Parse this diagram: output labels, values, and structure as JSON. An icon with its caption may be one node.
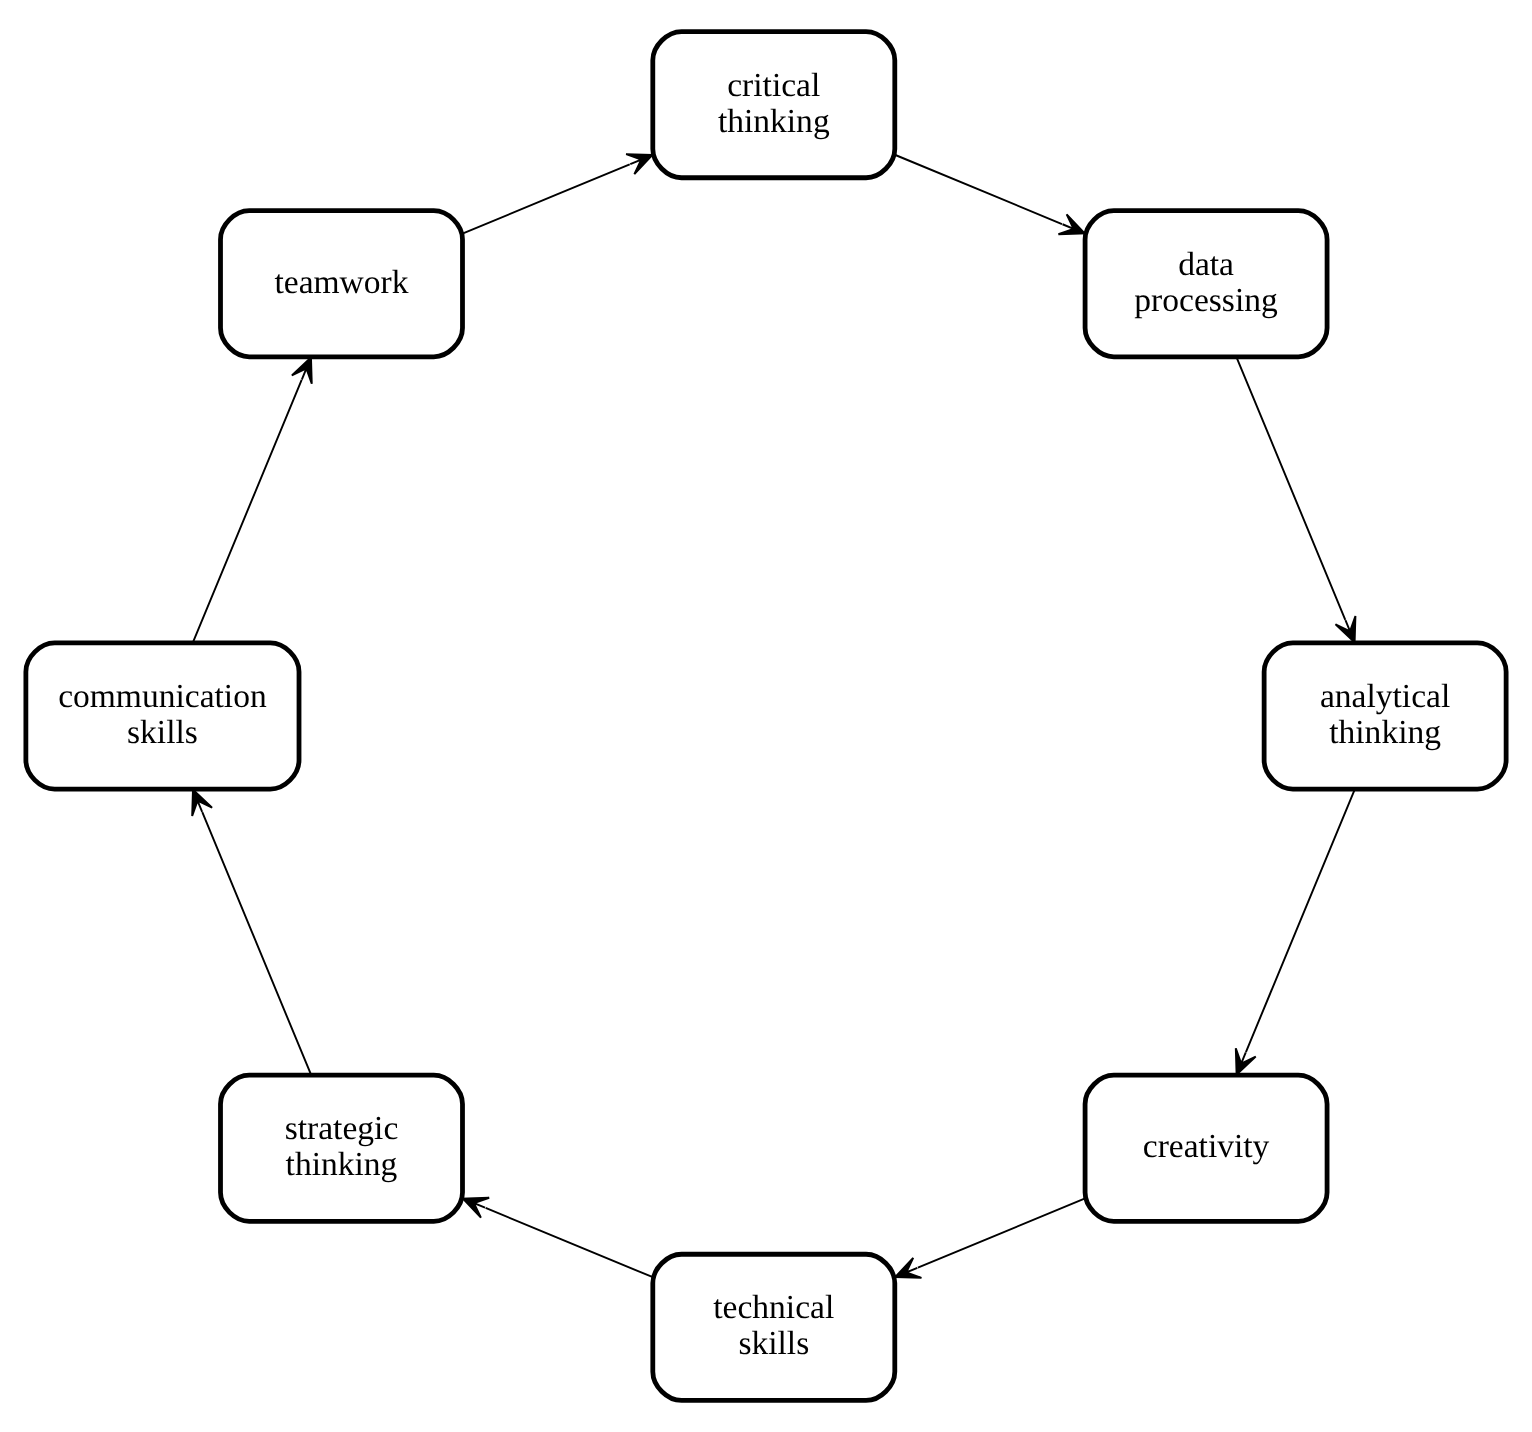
{
  "diagram": {
    "nodes": [
      {
        "text": [
          "creativity"
        ]
      },
      {
        "text": [
          "technical skills"
        ]
      },
      {
        "text": [
          "strategic thinking"
        ]
      },
      {
        "text": [
          "communication skills"
        ]
      },
      {
        "text": [
          "teamwork"
        ]
      },
      {
        "text": [
          "critical thinking"
        ]
      },
      {
        "text": [
          "data processing"
        ]
      },
      {
        "text": [
          "analytical thinking"
        ]
      }
    ],
    "edges": [
      {
        "from": 0,
        "to": 1,
        "arrow": "to"
      },
      {
        "from": 1,
        "to": 2,
        "arrow": "to"
      },
      {
        "from": 2,
        "to": 3,
        "arrow": "to"
      },
      {
        "from": 3,
        "to": 4,
        "arrow": "to"
      },
      {
        "from": 4,
        "to": 5,
        "arrow": "to"
      },
      {
        "from": 5,
        "to": 6,
        "arrow": "to"
      },
      {
        "from": 6,
        "to": 7,
        "arrow": "to"
      },
      {
        "from": 7,
        "to": 0,
        "arrow": "to"
      }
    ]
  }
}
